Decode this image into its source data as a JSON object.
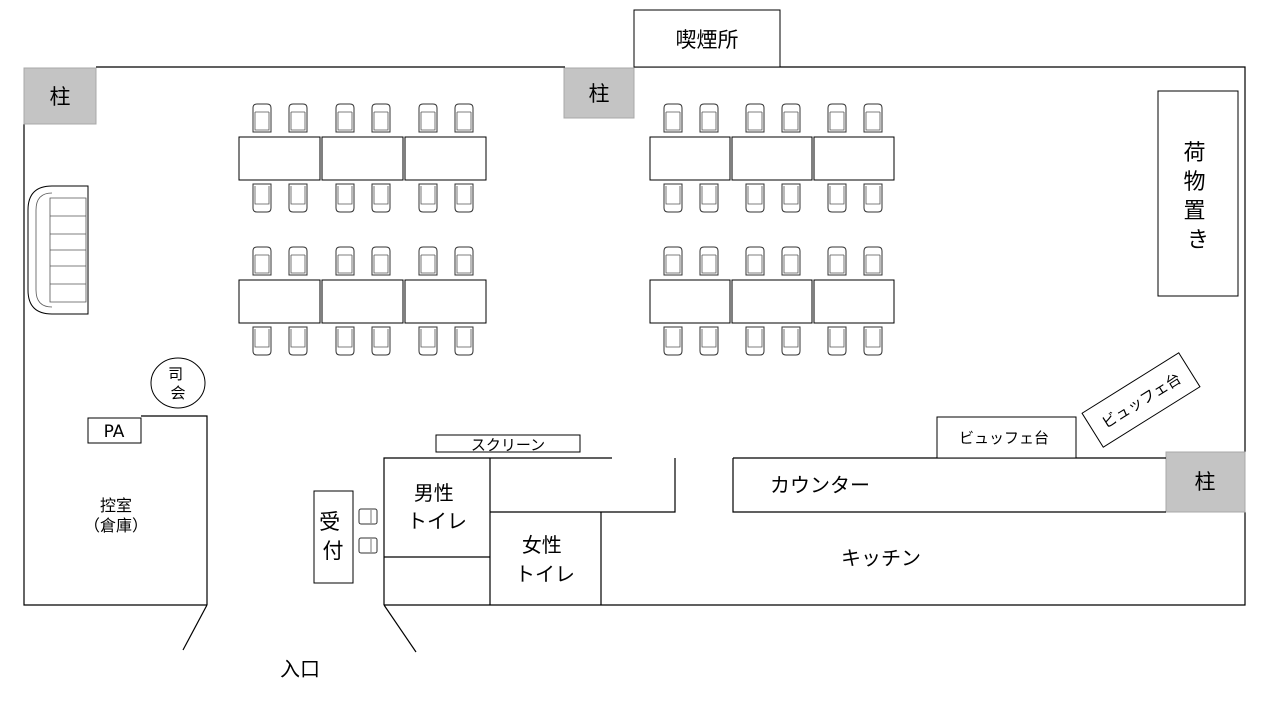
{
  "labels": {
    "smoking_area": "喫煙所",
    "pillar": "柱",
    "luggage_area": "荷物置き",
    "mc": "司会",
    "pa": "PA",
    "waiting_room": "控室",
    "storage": "（倉庫）",
    "screen": "スクリーン",
    "reception": "受付",
    "mens_toilet_1": "男性",
    "mens_toilet_2": "トイレ",
    "womens_toilet_1": "女性",
    "womens_toilet_2": "トイレ",
    "counter": "カウンター",
    "buffet_table": "ビュッフェ台",
    "kitchen": "キッチン",
    "entrance": "入口"
  },
  "colors": {
    "pillar_fill": "#c4c4c4",
    "line": "#000000",
    "background": "#ffffff"
  },
  "icons": {
    "chair": "chair-icon",
    "sofa": "sofa-icon",
    "door": "door-swing-icon"
  }
}
